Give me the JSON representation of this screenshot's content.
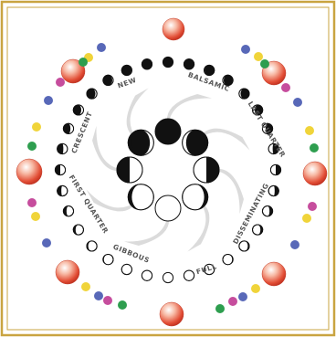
{
  "diagram": {
    "phase_labels": [
      "NEW",
      "BALSAMIC",
      "LAST QUARTER",
      "DISSEMINATING",
      "FULL",
      "GIBBOUS",
      "FIRST QUARTER",
      "CRESCENT"
    ]
  },
  "colors": {
    "frame": "#c9a441",
    "moon_dark": "#111111",
    "moon_light": "#ffffff",
    "planet_red": "#d9412c",
    "dot_green": "#2e9e4f",
    "dot_yellow": "#f0d43a",
    "dot_blue": "#5868b8",
    "dot_pink": "#c64d9d"
  },
  "icons": [
    "moon-phase-icon",
    "planet-sphere-icon",
    "dot-icon"
  ]
}
